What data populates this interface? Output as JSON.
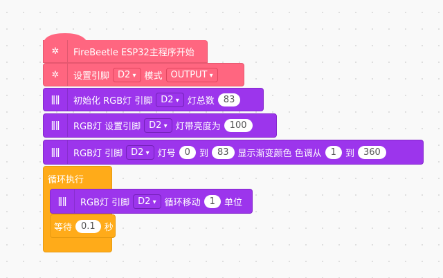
{
  "hat": {
    "label": "FireBeetle ESP32主程序开始",
    "icon": "bug-icon"
  },
  "pinmode": {
    "label": "设置引脚",
    "pin": "D2",
    "mode_label": "模式",
    "mode": "OUTPUT"
  },
  "init": {
    "label": "初始化 RGB灯 引脚",
    "pin": "D2",
    "count_label": "灯总数",
    "count": "83"
  },
  "brightness": {
    "label": "RGB灯 设置引脚",
    "pin": "D2",
    "bright_label": "灯带亮度为",
    "value": "100"
  },
  "gradient": {
    "label": "RGB灯 引脚",
    "pin": "D2",
    "from_label": "灯号",
    "from": "0",
    "to_label": "到",
    "to": "83",
    "show_label": "显示渐变颜色 色调从",
    "hue_from": "1",
    "hue_to_label": "到",
    "hue_to": "360"
  },
  "loop": {
    "label": "循环执行"
  },
  "shift": {
    "label": "RGB灯 引脚",
    "pin": "D2",
    "shift_label": "循环移动",
    "value": "1",
    "unit": "单位"
  },
  "wait": {
    "label": "等待",
    "value": "0.1",
    "unit": "秒"
  },
  "colors": {
    "pink": "#ff6680",
    "purple": "#9c35ec",
    "orange": "#ffab19"
  }
}
